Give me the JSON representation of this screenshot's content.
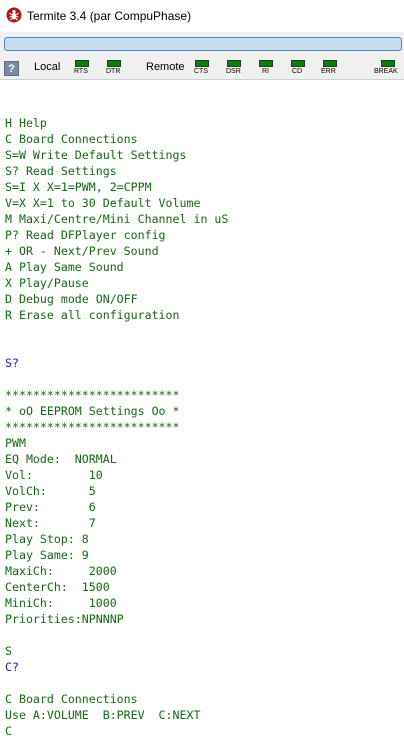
{
  "window": {
    "title": "Termite 3.4 (par CompuPhase)"
  },
  "sendbar": {
    "input_value": ""
  },
  "statusbar": {
    "help": "?",
    "local_label": "Local",
    "remote_label": "Remote",
    "local_leds": [
      "RTS",
      "DTR"
    ],
    "remote_leds": [
      "CTS",
      "DSR",
      "RI",
      "CD",
      "ERR"
    ],
    "break_led": "BREAK"
  },
  "colors": {
    "received_text": "#126b12",
    "sent_text": "#1a1ab8",
    "led_on": "#137a13"
  },
  "terminal": {
    "lines": [
      {
        "text": "H Help",
        "type": "received"
      },
      {
        "text": "C Board Connections",
        "type": "received"
      },
      {
        "text": "S=W Write Default Settings",
        "type": "received"
      },
      {
        "text": "S? Read Settings",
        "type": "received"
      },
      {
        "text": "S=I X X=1=PWM, 2=CPPM",
        "type": "received"
      },
      {
        "text": "V=X X=1 to 30 Default Volume",
        "type": "received"
      },
      {
        "text": "M Maxi/Centre/Mini Channel in uS",
        "type": "received"
      },
      {
        "text": "P? Read DFPlayer config",
        "type": "received"
      },
      {
        "text": "+ OR - Next/Prev Sound",
        "type": "received"
      },
      {
        "text": "A Play Same Sound",
        "type": "received"
      },
      {
        "text": "X Play/Pause",
        "type": "received"
      },
      {
        "text": "D Debug mode ON/OFF",
        "type": "received"
      },
      {
        "text": "R Erase all configuration",
        "type": "received"
      },
      {
        "text": "",
        "type": "received"
      },
      {
        "text": "",
        "type": "received"
      },
      {
        "text": "S?",
        "type": "sent"
      },
      {
        "text": "",
        "type": "received"
      },
      {
        "text": "*************************",
        "type": "received"
      },
      {
        "text": "* oO EEPROM Settings Oo *",
        "type": "received"
      },
      {
        "text": "*************************",
        "type": "received"
      },
      {
        "text": "PWM",
        "type": "received"
      },
      {
        "text": "EQ Mode:  NORMAL",
        "type": "received"
      },
      {
        "text": "Vol:        10",
        "type": "received"
      },
      {
        "text": "VolCh:      5",
        "type": "received"
      },
      {
        "text": "Prev:       6",
        "type": "received"
      },
      {
        "text": "Next:       7",
        "type": "received"
      },
      {
        "text": "Play Stop: 8",
        "type": "received"
      },
      {
        "text": "Play Same: 9",
        "type": "received"
      },
      {
        "text": "MaxiCh:     2000",
        "type": "received"
      },
      {
        "text": "CenterCh:  1500",
        "type": "received"
      },
      {
        "text": "MiniCh:     1000",
        "type": "received"
      },
      {
        "text": "Priorities:NPNNNP",
        "type": "received"
      },
      {
        "text": "",
        "type": "received"
      },
      {
        "text": "S",
        "type": "received"
      },
      {
        "text": "C?",
        "type": "sent"
      },
      {
        "text": "",
        "type": "received"
      },
      {
        "text": "C Board Connections",
        "type": "received"
      },
      {
        "text": "Use A:VOLUME  B:PREV  C:NEXT",
        "type": "received"
      },
      {
        "text": "C",
        "type": "received"
      }
    ]
  }
}
